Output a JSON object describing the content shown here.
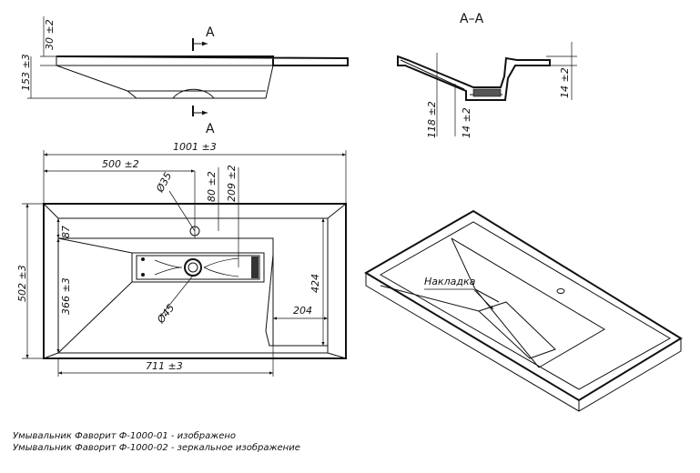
{
  "section": {
    "label": "A–A",
    "mark_top": "A",
    "mark_bottom": "A"
  },
  "side_view": {
    "dim_top": "30 ±2",
    "dim_height": "153 ±3"
  },
  "section_view": {
    "dim_rim": "14 ±2",
    "dim_bowl": "118 ±2",
    "dim_bottom": "14 ±2"
  },
  "top_view": {
    "dim_overall_width": "1001 ±3",
    "dim_half_width": "500 ±2",
    "dim_tap_hole": "Ø35",
    "dim_80": "80 ±2",
    "dim_209": "209 ±2",
    "dim_depth": "502 ±3",
    "dim_87": "87",
    "dim_366": "366 ±3",
    "dim_drain": "Ø45",
    "dim_424": "424",
    "dim_204": "204",
    "dim_711": "711 ±3"
  },
  "iso_view": {
    "label": "Накладка"
  },
  "captions": [
    "Умывальник Фаворит Ф-1000-01 - изображено",
    "Умывальник Фаворит Ф-1000-02 - зеркальное изображение"
  ]
}
